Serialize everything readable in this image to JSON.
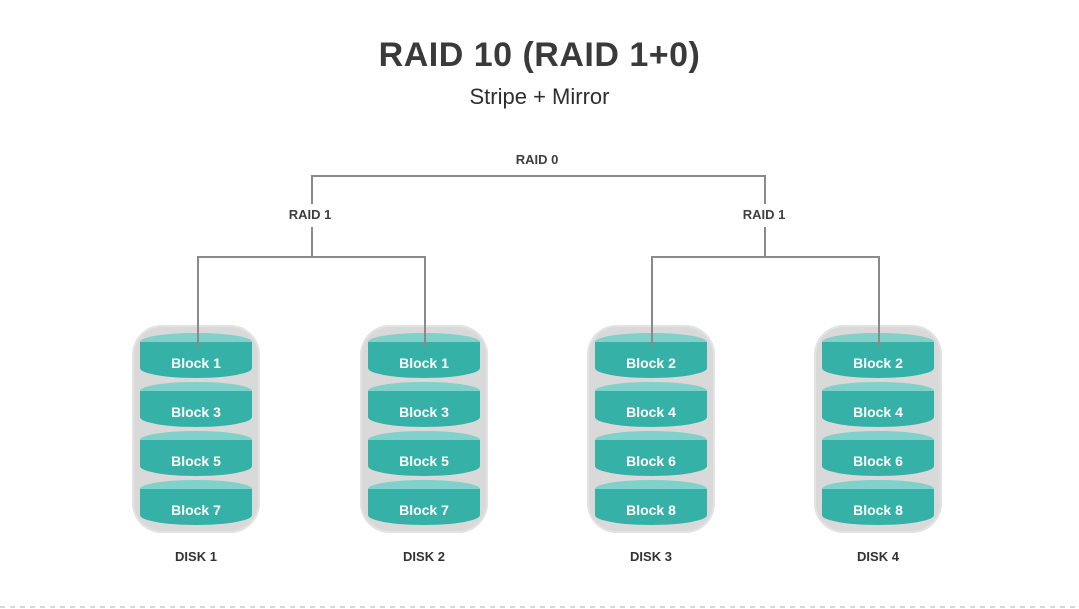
{
  "header": {
    "title": "RAID 10 (RAID 1+0)",
    "subtitle": "Stripe + Mirror"
  },
  "tree": {
    "root": "RAID 0",
    "groups": [
      {
        "label": "RAID 1"
      },
      {
        "label": "RAID 1"
      }
    ]
  },
  "disks": [
    {
      "name": "DISK 1",
      "blocks": [
        "Block 1",
        "Block 3",
        "Block 5",
        "Block 7"
      ]
    },
    {
      "name": "DISK 2",
      "blocks": [
        "Block 1",
        "Block 3",
        "Block 5",
        "Block 7"
      ]
    },
    {
      "name": "DISK 3",
      "blocks": [
        "Block 2",
        "Block 4",
        "Block 6",
        "Block 8"
      ]
    },
    {
      "name": "DISK 4",
      "blocks": [
        "Block 2",
        "Block 4",
        "Block 6",
        "Block 8"
      ]
    }
  ],
  "colors": {
    "cylinder_body": "#36b1a7",
    "cylinder_top": "#7fd1c9",
    "disk_casing": "#d9d9d9",
    "connector_line": "#8a8a8a",
    "title_text": "#3a3a3a",
    "block_text": "#ffffff"
  }
}
